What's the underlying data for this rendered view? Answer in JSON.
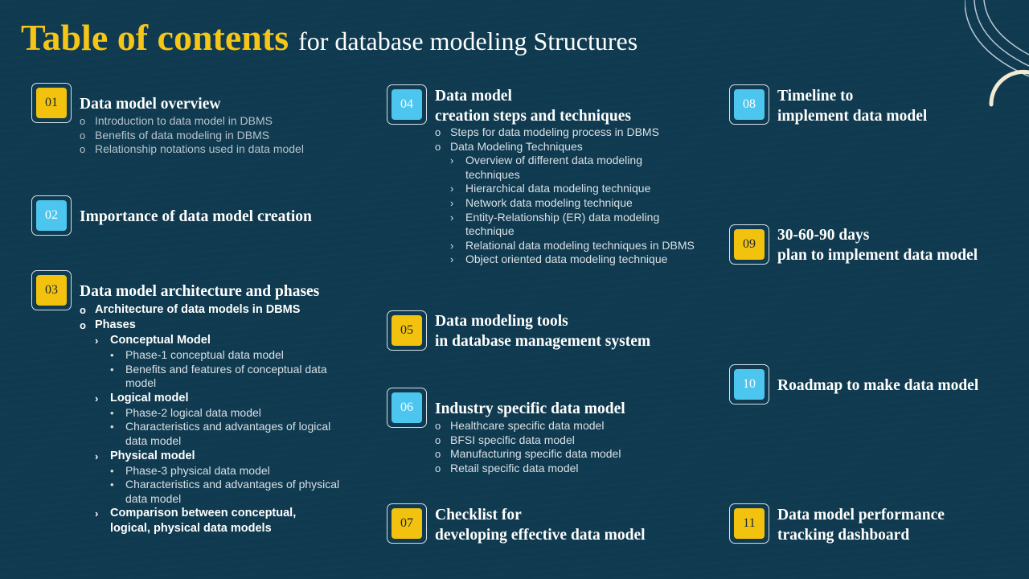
{
  "title": {
    "main": "Table of contents",
    "sub": "for database modeling Structures"
  },
  "markers": {
    "circle": "o",
    "chevron": "›",
    "bullet": "•"
  },
  "sections": {
    "s01": {
      "number": "01",
      "heading": [
        "Data model overview"
      ],
      "items": [
        "Introduction to data model in DBMS",
        "Benefits of data modeling in DBMS",
        "Relationship notations used in data model"
      ]
    },
    "s02": {
      "number": "02",
      "heading": [
        "Importance  of data model creation"
      ]
    },
    "s03": {
      "number": "03",
      "heading": [
        "Data model architecture  and phases"
      ],
      "items": [
        "Architecture of data models in DBMS",
        "Phases",
        "Conceptual Model",
        "Phase-1  conceptual data model",
        "Benefits and features of conceptual data",
        "model",
        "Logical model",
        "Phase-2 logical data model",
        "Characteristics and advantages of logical",
        "data model",
        "Physical model",
        "Phase-3 physical data model",
        "Characteristics and advantages of physical",
        "data model",
        "Comparison between conceptual,",
        "logical, physical data models"
      ]
    },
    "s04": {
      "number": "04",
      "heading": [
        "Data model",
        "creation steps and techniques"
      ],
      "items": [
        "Steps for data modeling process in DBMS",
        "Data Modeling  Techniques",
        "Overview of different data modeling",
        "techniques",
        "Hierarchical data modeling technique",
        "Network data modeling technique",
        "Entity-Relationship (ER) data modeling",
        "technique",
        "Relational data modeling techniques in DBMS",
        "Object oriented data modeling technique"
      ]
    },
    "s05": {
      "number": "05",
      "heading": [
        "Data modeling  tools",
        "in database management system"
      ]
    },
    "s06": {
      "number": "06",
      "heading": [
        "Industry  specific data model"
      ],
      "items": [
        "Healthcare specific data model",
        "BFSI specific data model",
        "Manufacturing  specific data model",
        "Retail specific data model"
      ]
    },
    "s07": {
      "number": "07",
      "heading": [
        "Checklist  for",
        "developing  effective data model"
      ]
    },
    "s08": {
      "number": "08",
      "heading": [
        "Timeline  to",
        "implement  data model"
      ]
    },
    "s09": {
      "number": "09",
      "heading": [
        "30-60-90 days",
        "plan to implement  data model"
      ]
    },
    "s10": {
      "number": "10",
      "heading": [
        "Roadmap to make data model"
      ]
    },
    "s11": {
      "number": "11",
      "heading": [
        "Data model performance",
        "tracking dashboard"
      ]
    }
  },
  "colors": {
    "background": "#0f3a4f",
    "accent_yellow": "#f2c20f",
    "accent_blue": "#4cc6ef",
    "title_yellow": "#f5c518"
  }
}
